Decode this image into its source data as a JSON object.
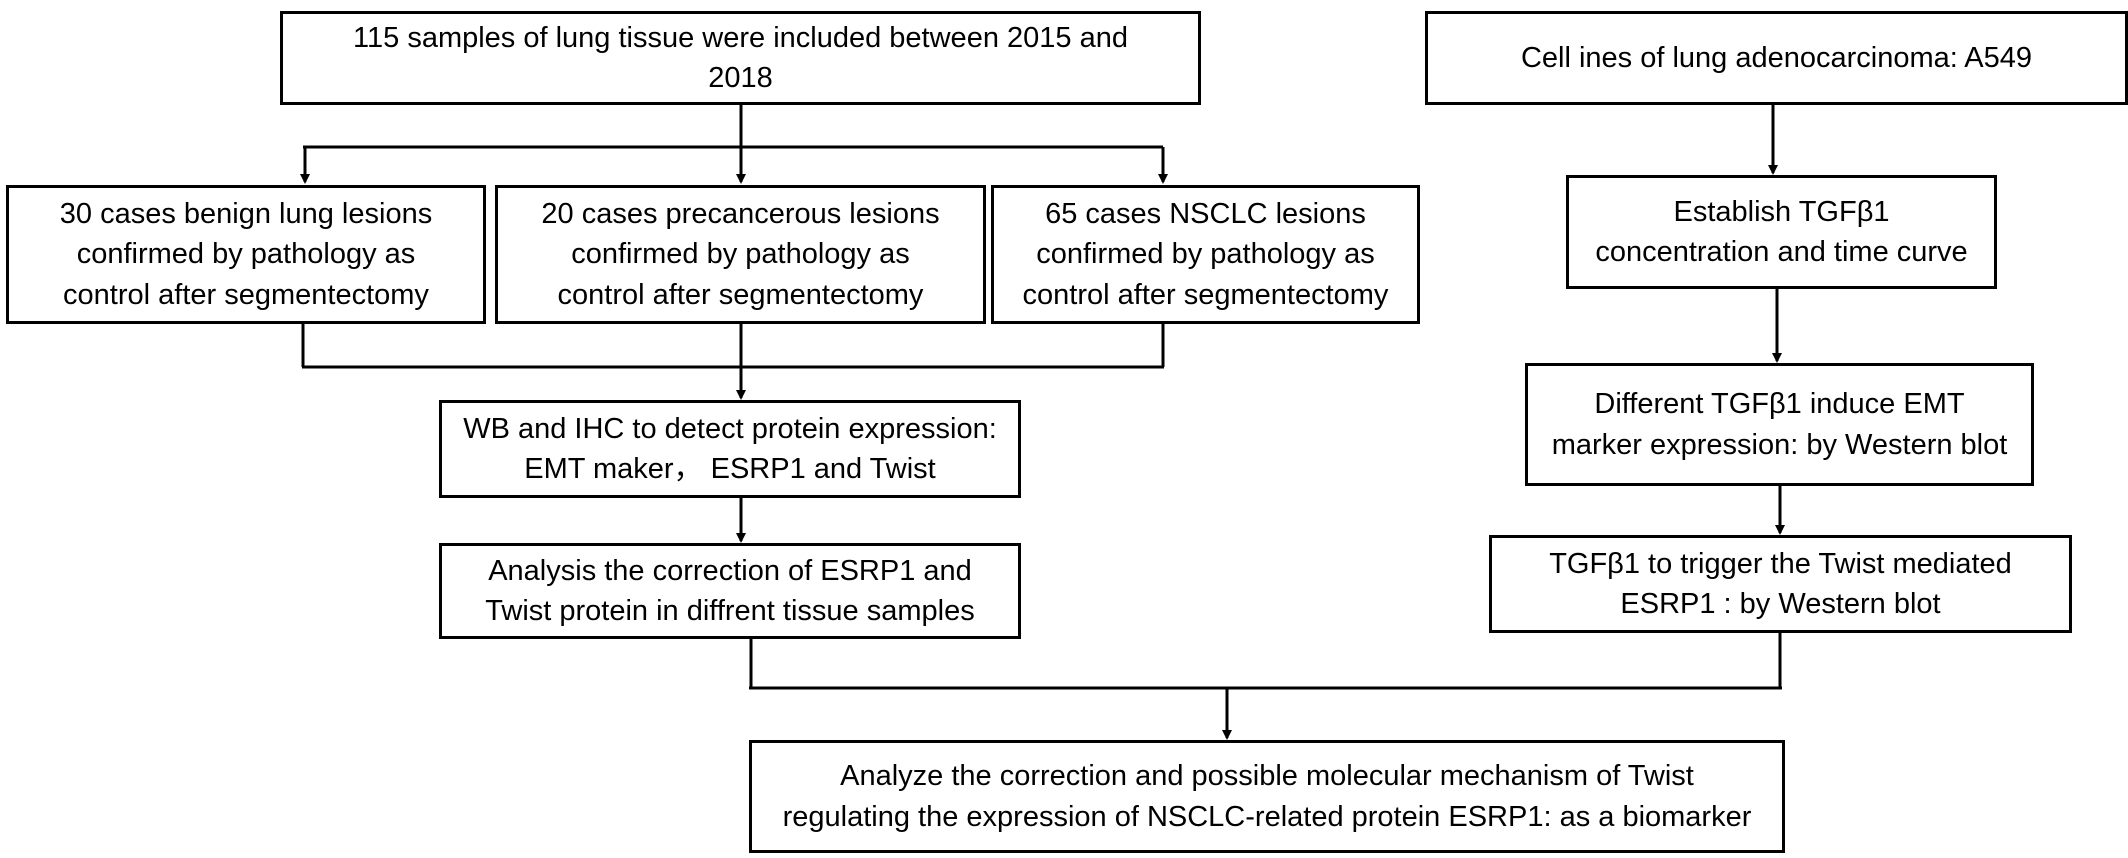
{
  "colors": {
    "stroke": "#000000",
    "background": "#ffffff"
  },
  "boxes": {
    "samples": "115 samples of lung tissue were included between 2015 and\n2018",
    "cell_lines": "Cell  ines of  lung adenocarcinoma: A549",
    "benign": "30 cases benign lung lesions\nconfirmed by pathology as\ncontrol after segmentectomy",
    "precancerous": "20 cases precancerous lesions\nconfirmed by pathology as\ncontrol after segmentectomy",
    "nsclc": "65 cases NSCLC lesions\nconfirmed by pathology as\ncontrol after segmentectomy",
    "establish": "Establish TGFβ1\nconcentration and time curve",
    "wb_ihc": "WB and IHC to detect protein expression:\nEMT maker， ESRP1 and Twist",
    "different_tgf": "Different TGFβ1 induce EMT\nmarker expression: by Western blot",
    "analysis": "Analysis the correction of  ESRP1 and\nTwist protein in diffrent tissue samples",
    "trigger": "TGFβ1 to trigger the Twist mediated\nESRP1 : by Western blot",
    "conclusion": "Analyze the correction and possible molecular mechanism of Twist\nregulating the expression of NSCLC-related protein ESRP1: as a biomarker"
  }
}
